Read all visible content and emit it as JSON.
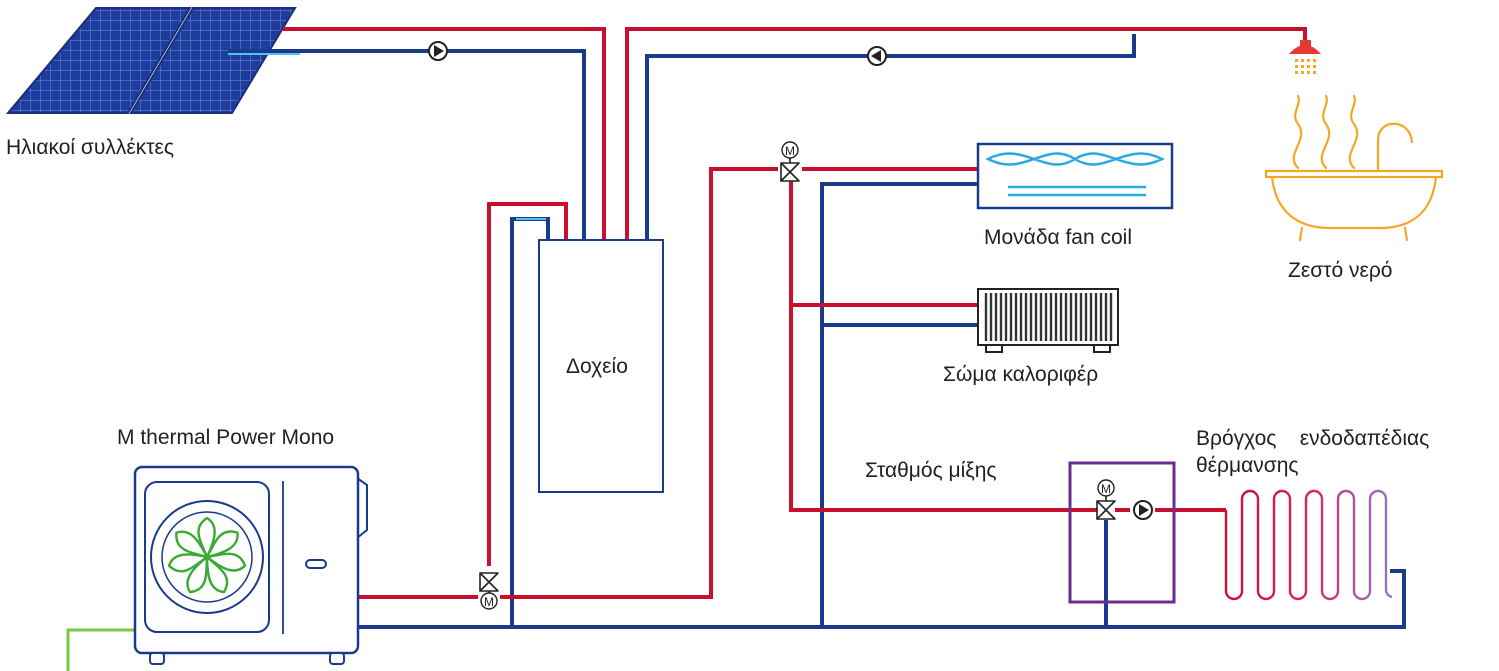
{
  "labels": {
    "solar": "Ηλιακοί συλλέκτες",
    "tank": "Δοχείο",
    "fancoil": "Μονάδα fan coil",
    "hotwater": "Ζεστό νερό",
    "radiator": "Σώμα καλοριφέρ",
    "heatpump": "M thermal Power Mono",
    "floor_line1": "Βρόγχος    ενδοδαπέδιας",
    "floor_line2": "θέρμανσης",
    "mixing": "Σταθμός μίξης",
    "motor_valve_mark": "M"
  },
  "colors": {
    "supply_pipe": "#c8102e",
    "return_pipe": "#1a3a8c",
    "return_highlight": "#4fc3f7",
    "ground": "#7ac943",
    "mixing_box": "#6a2c91",
    "bath": "#f5a623",
    "shower": "#e53935",
    "fan_coil_blue": "#29a9e0",
    "solar_panel": "#1e3c9c",
    "heat_pump_fan": "#3aaa35",
    "outline": "#1a3a8c"
  },
  "icons": [
    "solar-panel-icon",
    "pump-icon",
    "three-way-valve-icon",
    "shower-icon",
    "bathtub-icon",
    "fan-coil-icon",
    "radiator-icon",
    "heat-pump-icon",
    "floor-heating-coil-icon"
  ]
}
